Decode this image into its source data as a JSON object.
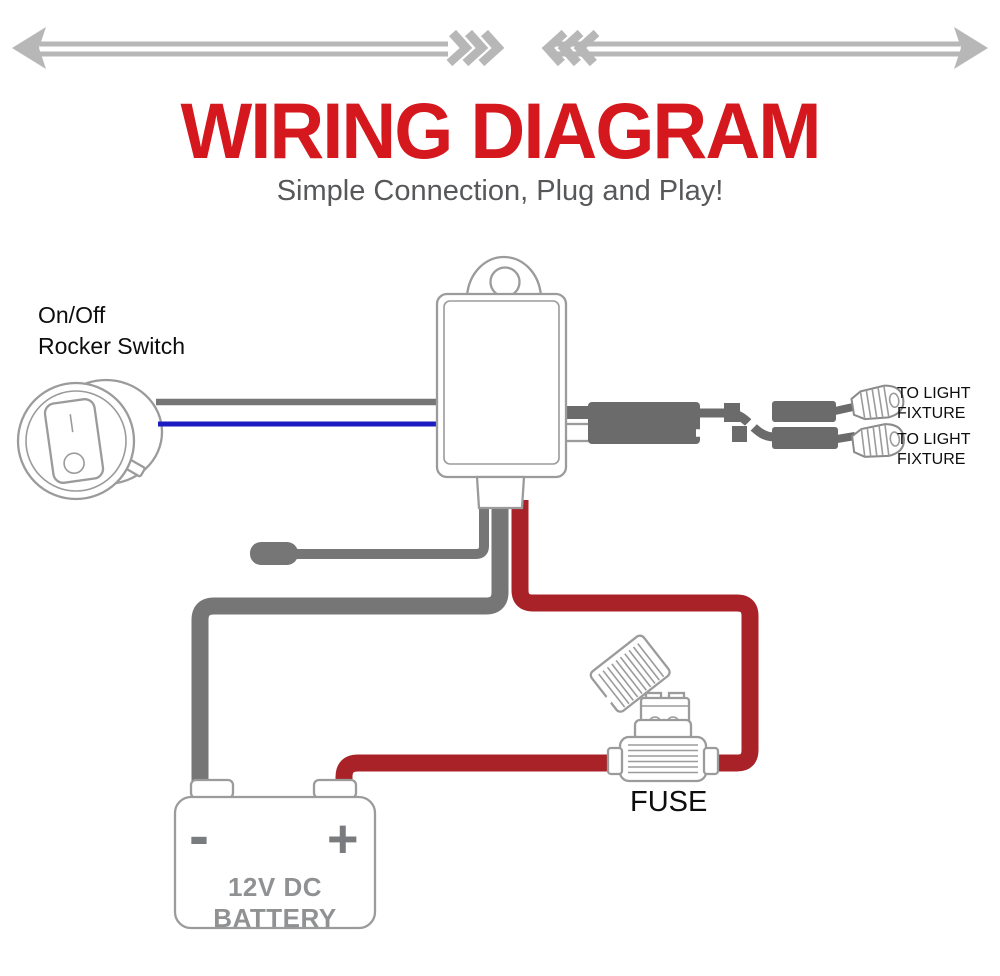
{
  "header": {
    "title": "WIRING DIAGRAM",
    "subtitle": "Simple Connection, Plug and Play!"
  },
  "labels": {
    "switch": {
      "line1": "On/Off",
      "line2": "Rocker Switch"
    },
    "fixture_top": "TO LIGHT FIXTURE",
    "fixture_bottom": "TO LIGHT FIXTURE",
    "fuse": "FUSE",
    "battery": {
      "name": "12V DC BATTERY",
      "negative": "-",
      "positive": "+"
    }
  },
  "components": [
    "rocker-switch",
    "relay-box",
    "output-harness",
    "spade-connector",
    "fuse-holder",
    "battery",
    "divider-arrows"
  ],
  "colors": {
    "title-red": "#d5171e",
    "subtitle-gray": "#57585a",
    "label-black": "#0d0d0d",
    "divider-gray": "#b7b7b7",
    "outline-gray": "#9b9b9b",
    "wire-gray": "#767676",
    "wire-dark-gray": "#6b6b6b",
    "wire-red": "#a82227",
    "wire-blue": "#1c1ac1",
    "battery-text-gray": "#8f9193",
    "battery-symbol-gray": "#797b7e"
  }
}
